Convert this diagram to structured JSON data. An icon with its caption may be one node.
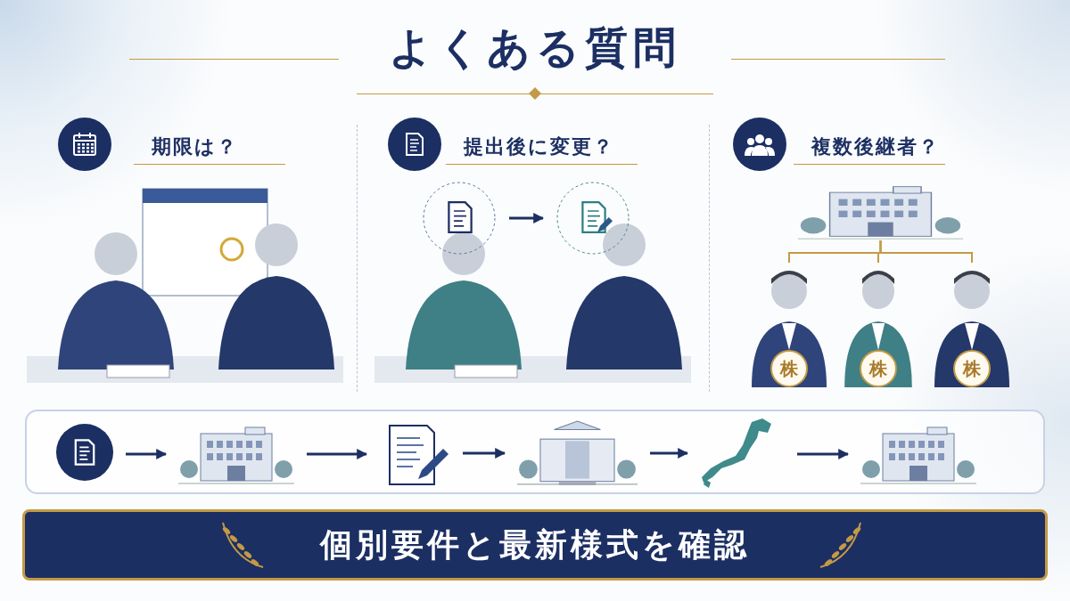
{
  "diagram": {
    "title": "よくある質問",
    "nodes": [
      {
        "text": [],
        "shape": "picture"
      },
      {
        "text": [],
        "shape": "picture"
      },
      {
        "text": [],
        "shape": "picture"
      },
      {
        "text": [
          "株"
        ]
      },
      {
        "text": [
          "株"
        ]
      },
      {
        "text": [
          "株"
        ]
      },
      {
        "text": [],
        "shape": "circle"
      },
      {
        "text": [],
        "shape": "picture"
      },
      {
        "text": [],
        "shape": "picture"
      },
      {
        "text": [],
        "shape": "picture"
      },
      {
        "text": [],
        "shape": "picture"
      },
      {
        "text": [],
        "shape": "picture"
      },
      {
        "text": [
          "個別要件と最新様式を確認"
        ]
      }
    ],
    "edges": [
      {
        "from": 0,
        "to": 1,
        "arrow": "to"
      },
      {
        "from": 2,
        "to": 3,
        "arrow": "none",
        "color": "#c49a45"
      },
      {
        "from": 2,
        "to": 4,
        "arrow": "none",
        "color": "#c49a45"
      },
      {
        "from": 2,
        "to": 5,
        "arrow": "none",
        "color": "#c49a45"
      },
      {
        "from": 6,
        "to": 7,
        "arrow": "to"
      },
      {
        "from": 7,
        "to": 8,
        "arrow": "to"
      },
      {
        "from": 8,
        "to": 9,
        "arrow": "to"
      },
      {
        "from": 9,
        "to": 10,
        "arrow": "to"
      },
      {
        "from": 10,
        "to": 11,
        "arrow": "to"
      }
    ],
    "labels": [
      "期限は？",
      "提出後に変更？",
      "複数後継者？"
    ]
  }
}
